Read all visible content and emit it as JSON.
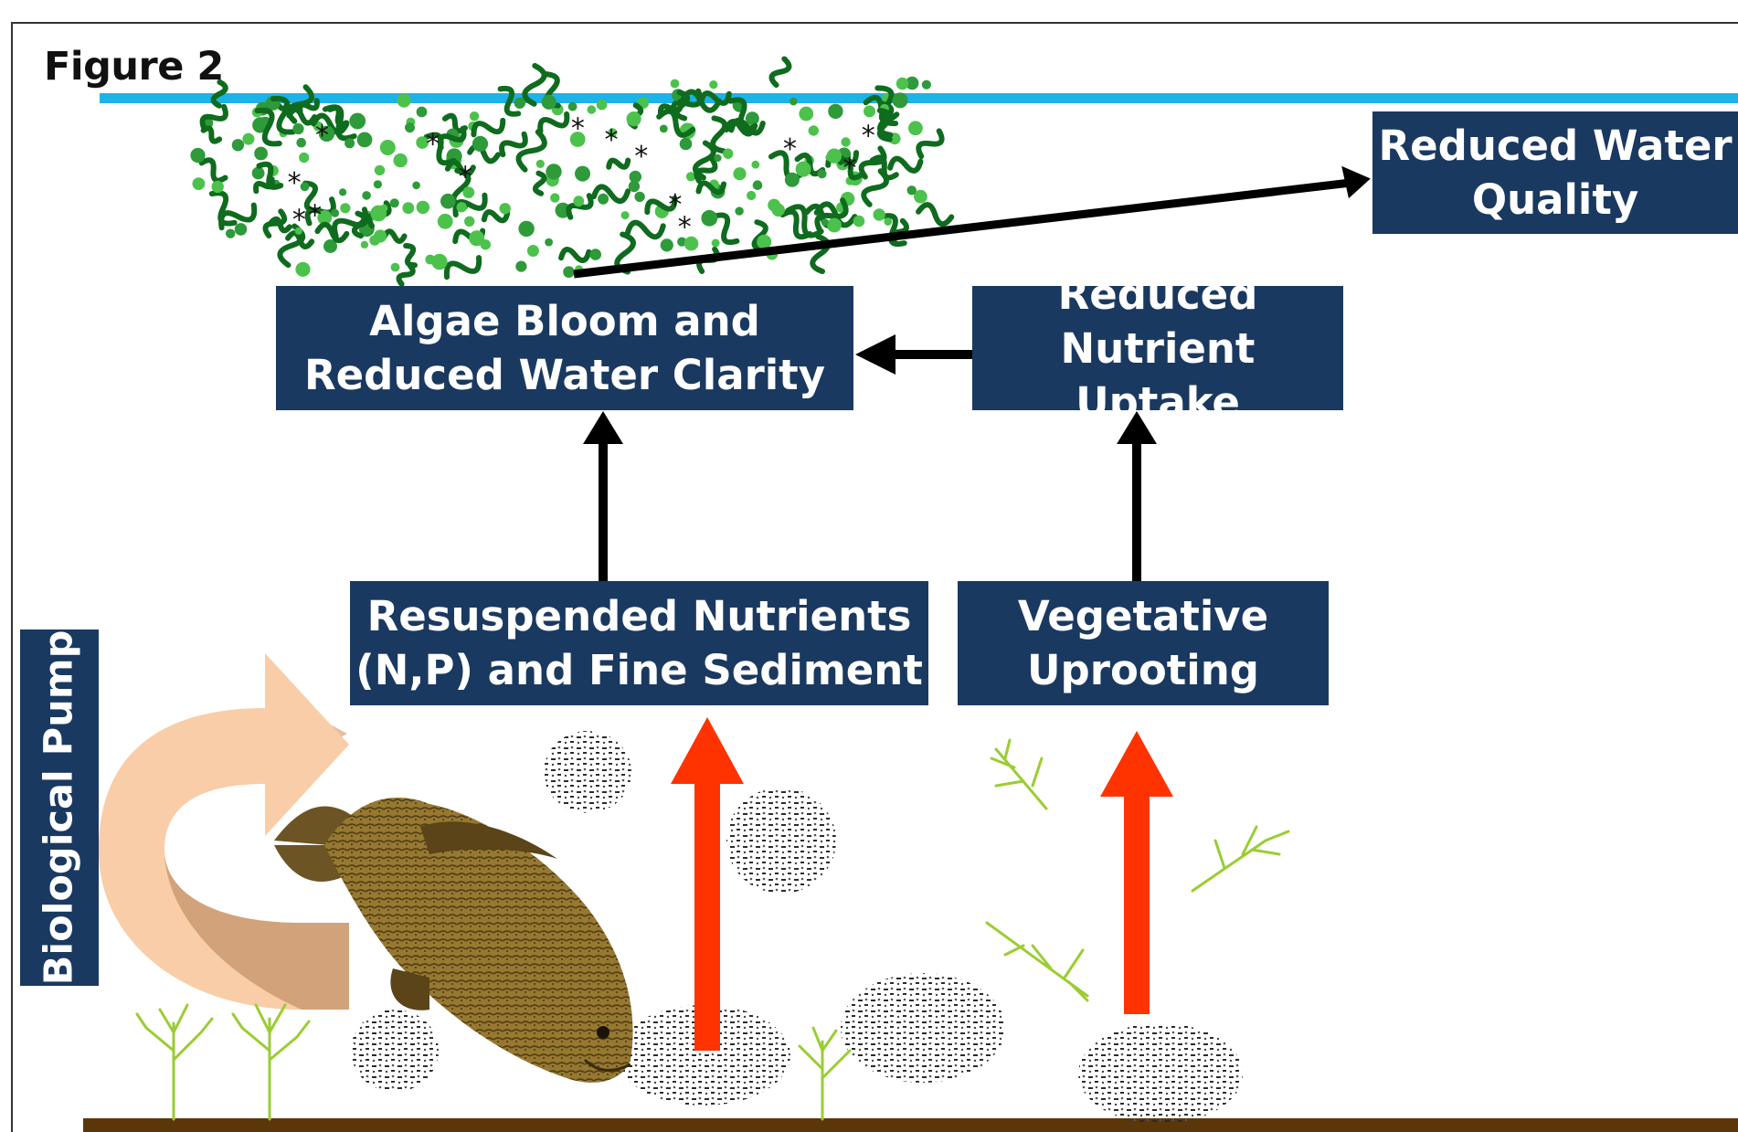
{
  "figure": {
    "title": "Figure 2"
  },
  "boxes": {
    "reduced_water_quality": "Reduced Water\nQuality",
    "algae_bloom": "Algae Bloom and\nReduced Water  Clarity",
    "reduced_nutrient_uptake": "Reduced\nNutrient Uptake",
    "resuspended_nutrients": "Resuspended Nutrients\n(N,P) and Fine Sediment",
    "vegetative_uprooting": "Vegetative\nUprooting",
    "biological_pump": "‘Biological Pump’"
  },
  "colors": {
    "box_fill": "#1a3960",
    "box_text": "#ffffff",
    "water_surface": "#1bb3ea",
    "lake_bed": "#5a3609",
    "flow_arrow": "#000000",
    "disturbance_arrow": "#ff3300",
    "pump_arrow_light": "#f8c8a0",
    "pump_arrow_dark": "#d8a47c",
    "algae_dark": "#0f6b1e",
    "algae_light": "#4cc24c",
    "aquatic_plant": "#9acd32",
    "sediment": "#2a2a2a",
    "fish": "#8b6a2c"
  },
  "icons": {
    "algae": "algae-cluster-icon",
    "fish": "carp-fish-icon",
    "plant": "aquatic-plant-icon",
    "sediment": "sediment-particles-icon"
  }
}
